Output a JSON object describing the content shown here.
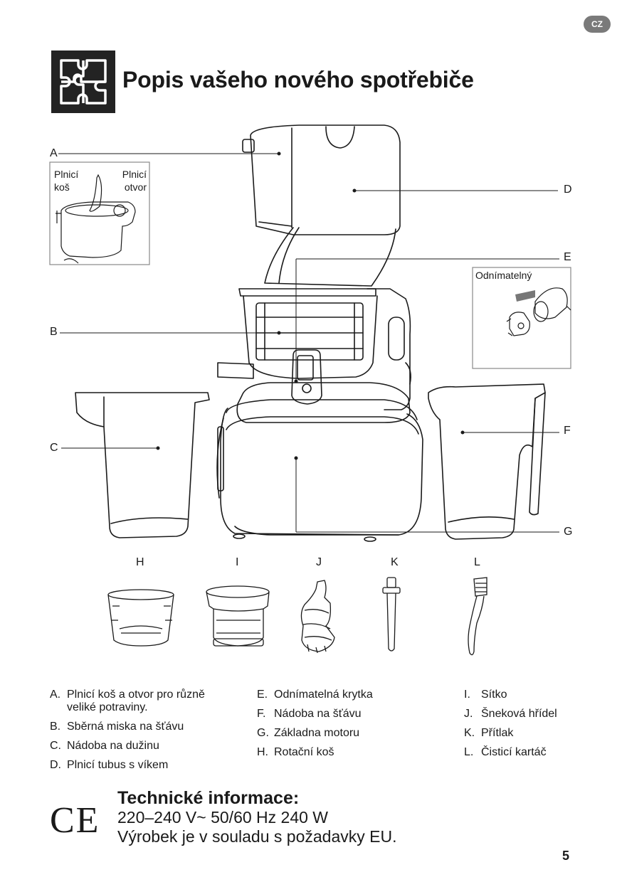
{
  "header": {
    "lang_badge": "CZ",
    "title": "Popis vašeho nového spotřebiče"
  },
  "diagram": {
    "callouts": {
      "A": "A",
      "B": "B",
      "C": "C",
      "D": "D",
      "E": "E",
      "F": "F",
      "G": "G"
    },
    "inset_feed": {
      "left_label_1": "Plnicí",
      "left_label_2": "koš",
      "right_label_1": "Plnicí",
      "right_label_2": "otvor"
    },
    "inset_removable": {
      "label": "Odnímatelný"
    },
    "accessories": {
      "H": "H",
      "I": "I",
      "J": "J",
      "K": "K",
      "L": "L"
    }
  },
  "legend": {
    "col1": [
      {
        "letter": "A.",
        "text": "Plnicí koš a otvor pro různě",
        "cont": "veliké potraviny."
      },
      {
        "letter": "B.",
        "text": "Sběrná miska na šťávu"
      },
      {
        "letter": "C.",
        "text": "Nádoba na dužinu"
      },
      {
        "letter": "D.",
        "text": "Plnicí tubus s víkem"
      }
    ],
    "col2": [
      {
        "letter": "E.",
        "text": "Odnímatelná krytka"
      },
      {
        "letter": "F.",
        "text": "Nádoba na šťávu"
      },
      {
        "letter": "G.",
        "text": "Základna motoru"
      },
      {
        "letter": "H.",
        "text": "Rotační koš"
      }
    ],
    "col3": [
      {
        "letter": "I.",
        "text": "Sítko"
      },
      {
        "letter": "J.",
        "text": "Šneková hřídel"
      },
      {
        "letter": "K.",
        "text": "Přítlak"
      },
      {
        "letter": "L.",
        "text": "Čisticí kartáč"
      }
    ]
  },
  "tech": {
    "ce_mark": "CE",
    "title": "Technické informace:",
    "line1": "220–240 V~ 50/60 Hz 240 W",
    "line2": "Výrobek je v souladu s požadavky EU."
  },
  "page_number": "5"
}
